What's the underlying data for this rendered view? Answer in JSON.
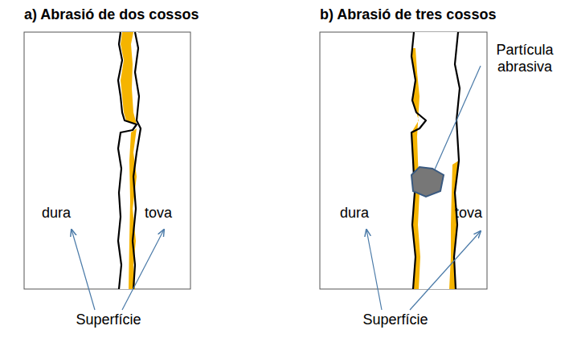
{
  "diagram": {
    "labels": [
      "a) Abrasió de dos cossos",
      "b) Abrasió de tres cossos",
      "dura",
      "tova",
      "Superfície",
      "Partícula abrasiva",
      "dura",
      "tova",
      "Superfície"
    ]
  }
}
